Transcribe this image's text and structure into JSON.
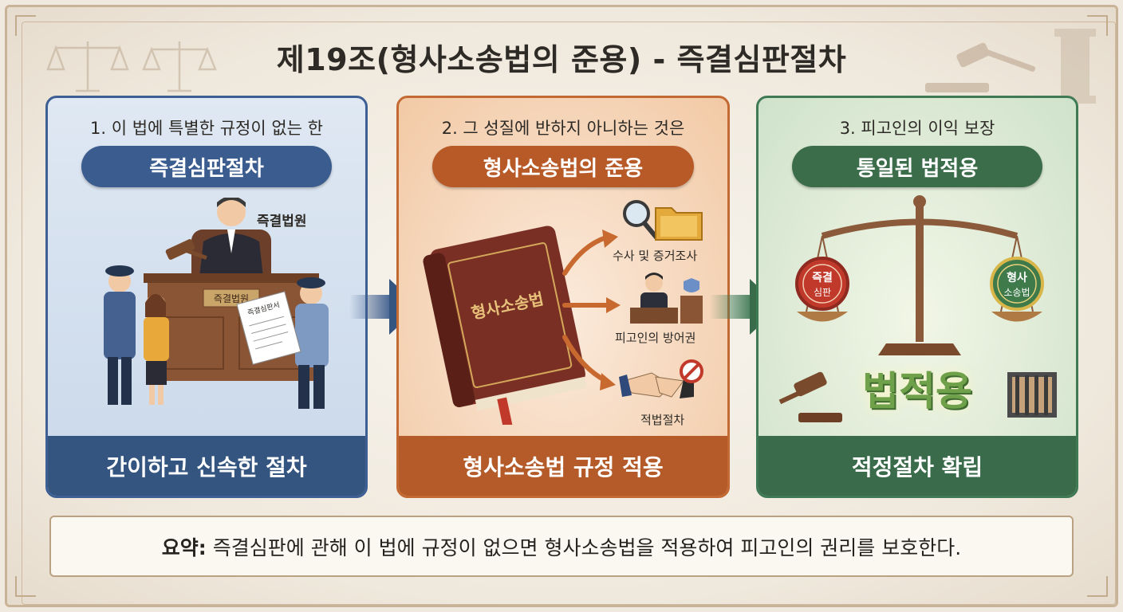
{
  "title": "제19조(형사소송법의 준용) - 즉결심판절차",
  "panels": [
    {
      "top_label": "1. 이 법에 특별한 규정이 없는 한",
      "pill": "즉결심판절차",
      "bottom": "간이하고 신속한 절차",
      "court_label": "즉결법원",
      "bench_sign": "즉결법원",
      "document_label": "즉결심판서",
      "color": "#3b5c8e"
    },
    {
      "top_label": "2. 그 성질에 반하지 아니하는 것은",
      "pill": "형사소송법의 준용",
      "bottom": "형사소송법 규정 적용",
      "book_title": "형사소송법",
      "items": [
        "수사 및 증거조사",
        "피고인의 방어권",
        "적법절차"
      ],
      "color": "#b85a28"
    },
    {
      "top_label": "3. 피고인의 이익 보장",
      "pill": "통일된 법적용",
      "bottom": "적정절차 확립",
      "scale_left": [
        "즉결",
        "심판"
      ],
      "scale_right": [
        "형사",
        "소송법"
      ],
      "center_text": "법적용",
      "color": "#3b6d4b"
    }
  ],
  "summary": {
    "label": "요약:",
    "text": "즉결심판에 관해 이 법에 규정이 없으면 형사소송법을 적용하여 피고인의 권리를 보호한다."
  },
  "icons": [
    "scales-icon",
    "gavel-icon",
    "column-icon",
    "magnifier-icon",
    "folder-icon",
    "shield-icon",
    "handshake-icon",
    "cell-icon",
    "arrow-right-icon"
  ]
}
